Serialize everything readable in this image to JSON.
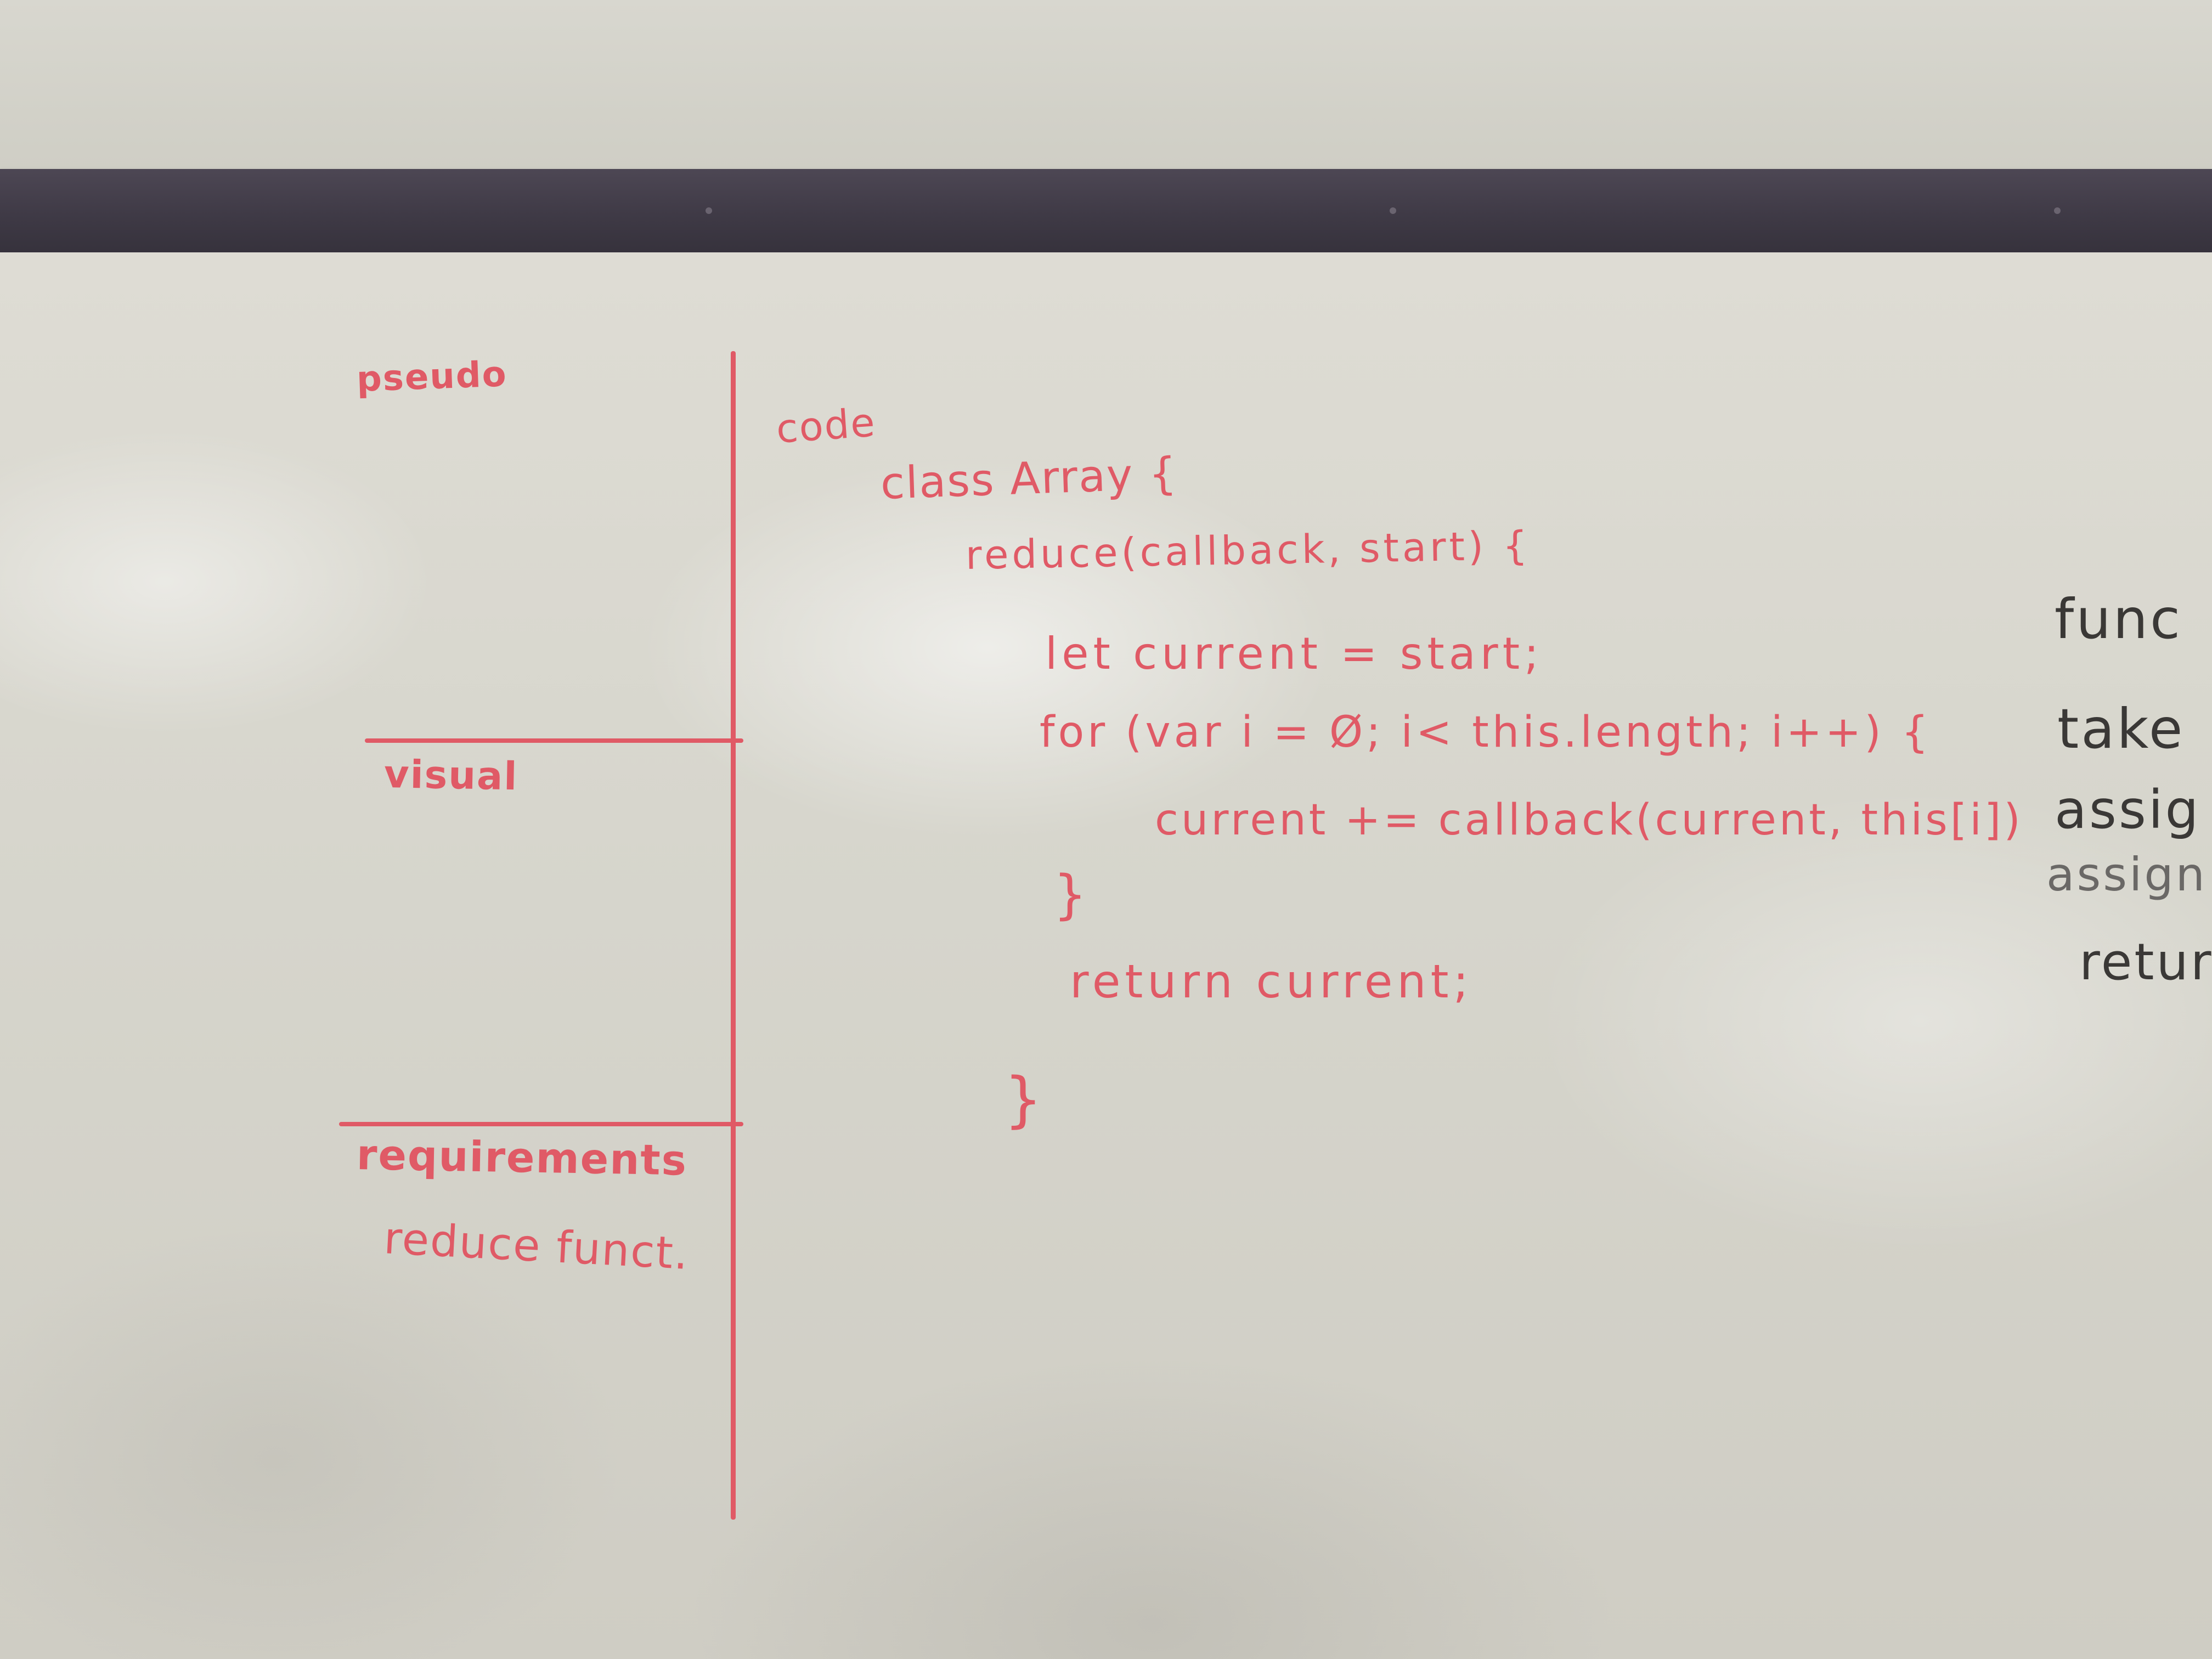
{
  "sections": {
    "pseudo": "pseudo",
    "visual": "visual",
    "requirements": "requirements",
    "requirements_note": "reduce funct.",
    "code": "code"
  },
  "code_lines": {
    "class_decl": "class Array {",
    "method_decl": "reduce(callback, start) {",
    "let_line": "let current = start;",
    "for_line": "for (var i = Ø; i< this.length; i++) {",
    "body_line": "current += callback(current, this[i])",
    "close_for": "}",
    "return_line": "return current;",
    "close_method": "}"
  },
  "side_notes": {
    "line1": "func",
    "line2": "take",
    "line3": "assig",
    "line4": "assign",
    "line5": "retur"
  },
  "colors": {
    "red_marker": "#e05a66",
    "black_marker": "#3a3836",
    "rail": "#3f3a46",
    "board": "#d7d6cd"
  }
}
